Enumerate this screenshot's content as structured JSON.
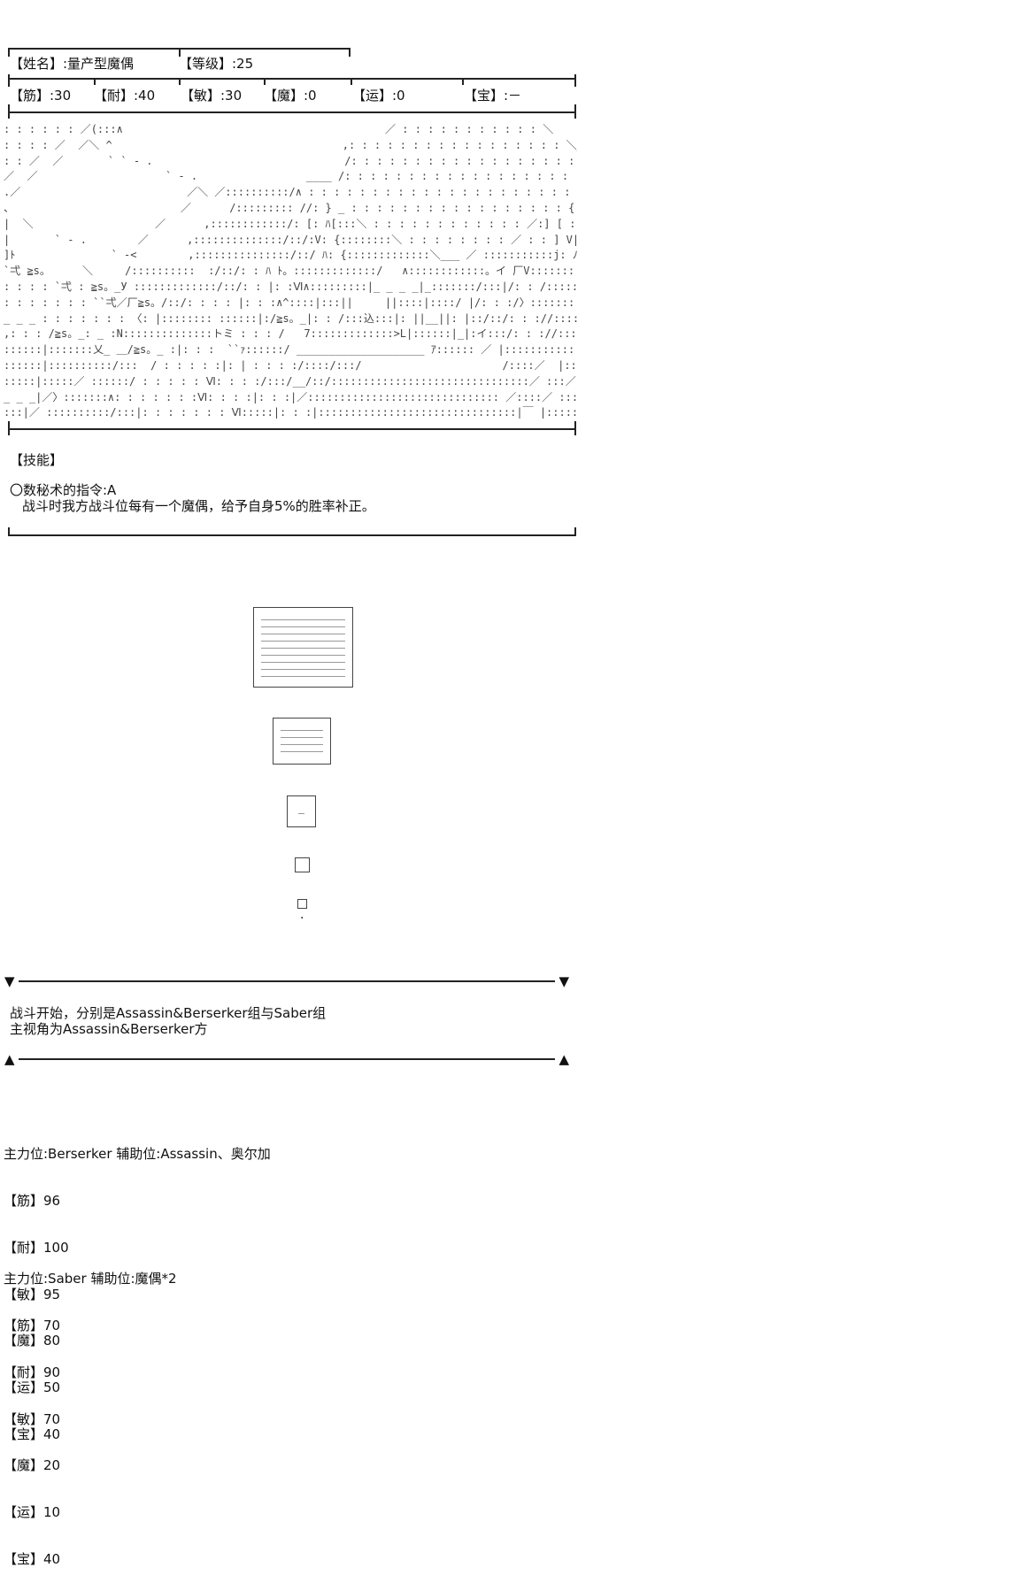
{
  "card": {
    "name_label": "【姓名】:量产型魔偶",
    "level_label": "【等级】:25",
    "stats": [
      {
        "label": "【筋】:30"
      },
      {
        "label": "【耐】:40"
      },
      {
        "label": "【敏】:30"
      },
      {
        "label": "【魔】:0"
      },
      {
        "label": "【运】:0"
      },
      {
        "label": "【宝】:－"
      }
    ],
    "ascii_art": ": : : : : : ／(:::∧                                         ／ : : : : : : : : : : : ＼\n: : : : ／  ／＼ ^                                    ,: : : : : : : : : : : : : : : : : ＼__\n: : ／  ／       ` ` ‐ .                              /: : : : : : : : : : : : : : : : : : : V ∧\n／  ／                    ` ‐ .                 ____ /: : : : : : : : : : : : : : : : : : : : : V 圦\n.／                          ／＼ ／::::::::::/∧ : : : : : : : : : : : : : : : : : : : : : :∧|:∧                   ‐.‐.₀○≦\n、                          ／      /::::::::: //: } _ : : : : : : : : : : : : : : : : : { :||: :ﾊ___f━━=ミ  ,x≦   .‐₀○≦\n|  ＼                   ／      ,::::::::::::/: [: ﾊ[:::＼ : : : : : : : : : : : : ／:] [ :||: : ]__ j|:::::::::::::::|V\n|       ` ‐ .        ／      ,::::::::::::::/::/:V: {::::::::＼ : : : : : : : : ／ : : ] V|: :/::::::::j|::::::::::::::::|:::|\n]ﾄ               ` ‐<        ,:::::::::::::::/::/ ﾊ: {:::::::::::::＼___ ／ :::::::::::j: ﾉ ﾊ V :::::::::j|::::::::::::::::|:::|\n`弌 ≧s。     ＼     /::::::::::  :/::/: : ﾊ ﾄ。:::::::::::::/   ∧::::::::::::。イ 厂V:::::::::::j|:::::::::::  ::|:::|\n: : : : `弌 : ≧s。_У :::::::::::::/::/: : |: :Ⅵ∧:::::::::|_ _ _ _|_:::::::/:::|/: : /:::::::::::::j|:::::::::::::  :|:::|\n: : : : : : : ``弌／厂≧s。/::/: : : : |: : :∧^::::|:::||     ||::::|::::/ |/: : :/〉::::::::: j|::::::::  :: :: |:::|   _.₀○≦\n_ _ _ : : : : : : : 〈: |:::::::: ::::::|:/≧s。_|: : /:::込:::|: ||__||: |::/::/: : ://:::::::::::::j|:::::::::::::: :|:::厂\n,: : : /≧s。_: _ :N::::::::::::::トミ : : : /   7:::::::::::::>L|::::::|_|:イ:::/: : ://::::::::::::::::{:::::: _: _ : _ j:::∧        _.₀○≦\n::::::|:::::::乂_ ＿/≧s。_ :|: : :  ``ｧ::::::/ ____________________ ｱ:::::: ／ |:::::::::::::::::::|_:_:_:_:_:_:_:_ V ∧ : : : : : ‐.₀○≦\n::::::|::::::::::/:::  / : : : : :|: | : : : :/::::/:::/                      /::::／  |::::::::::::::::::::|‐‐‐‐‐‐‐‐‐‐‐ V∧₀○≦: : : : :\n:::::|:::::／ ::::::/ : : : : : Ⅵ: : : :/:::/__/::/:::::::::::::::::::::::::::::::／ :::／::::::::|       ¨|///////// V ∧₀○≦: : : : :\n_ _ _|／〉:::::::∧: : : : : : :Ⅵ: : : :|: : :|／:::::::::::::::::::::::::::::: ／::::／ ::::::::| |≧s。   |/////////∧   ^ : : : : : : : : :\n:::|／ ::::::::::/:::|: : : : : : : Ⅵ:::::|: : :|:::::::::::::::::::::::::::::::|￣ |::::::::::::: :: | |/////// \\///////// V   ∧_.₀○≦"
  },
  "skills": {
    "header": "【技能】",
    "name": "〇数秘术的指令:A",
    "desc": "战斗时我方战斗位每有一个魔偶，给予自身5%的胜率补正。"
  },
  "diagram": {
    "dot": "."
  },
  "notice": {
    "marker_down": "▼",
    "marker_up": "▲",
    "line1": "战斗开始，分别是Assassin&Berserker组与Saber组",
    "line2": "主视角为Assassin&Berserker方"
  },
  "team_a": {
    "header": "主力位:Berserker 辅助位:Assassin、奥尔加",
    "stats": [
      "【筋】96",
      "【耐】100",
      "【敏】95",
      "【魔】80",
      "【运】50",
      "【宝】40"
    ]
  },
  "team_b": {
    "header": "主力位:Saber 辅助位:魔偶*2",
    "stats": [
      "【筋】70",
      "【耐】90",
      "【敏】70",
      "【魔】20",
      "【运】10",
      "【宝】40"
    ]
  }
}
